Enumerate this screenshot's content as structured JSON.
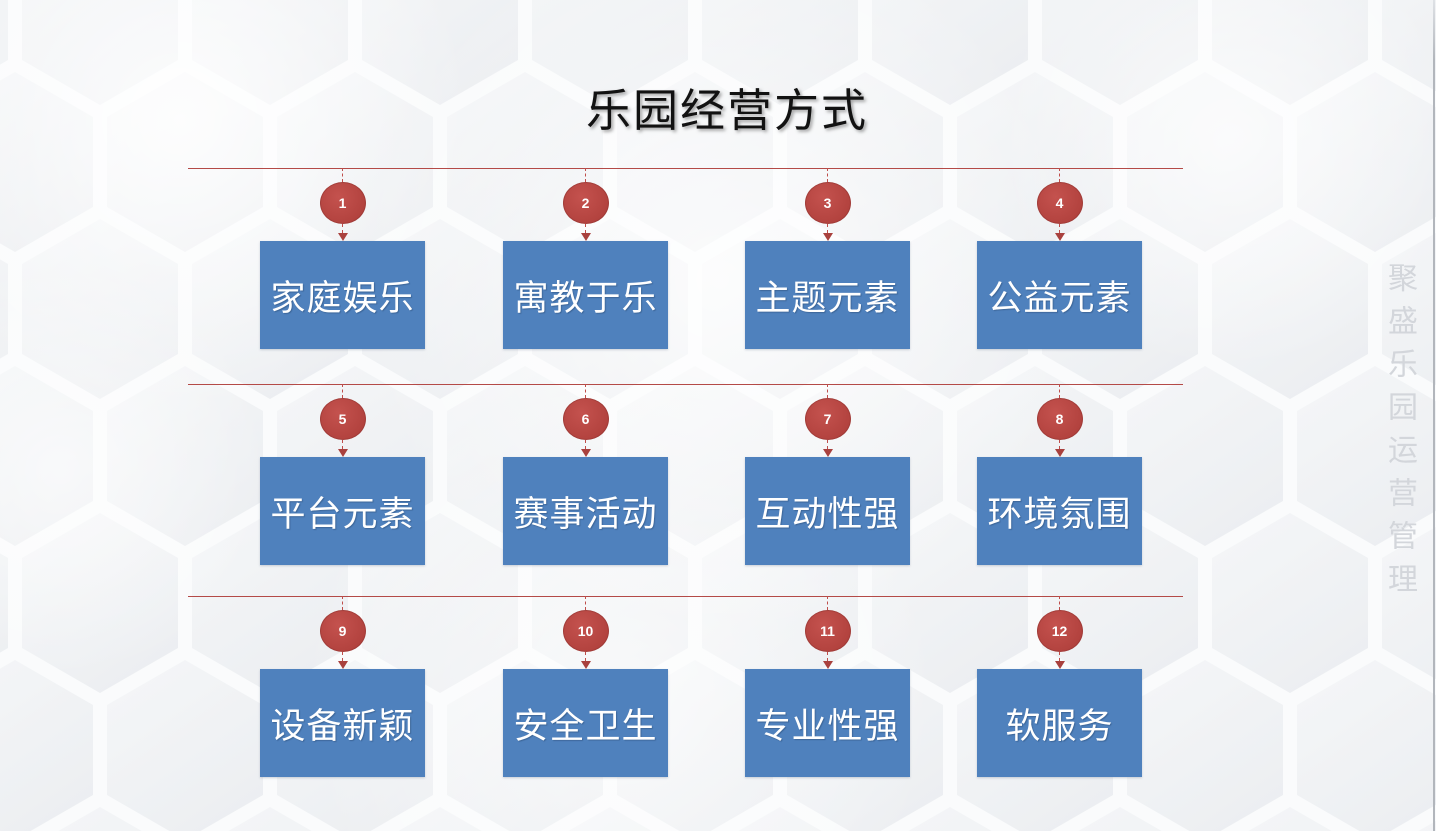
{
  "title": "乐园经营方式",
  "watermark": "聚盛乐园运营管理",
  "rows": [
    {
      "items": [
        {
          "num": "1",
          "label": "家庭娱乐"
        },
        {
          "num": "2",
          "label": "寓教于乐"
        },
        {
          "num": "3",
          "label": "主题元素"
        },
        {
          "num": "4",
          "label": "公益元素"
        }
      ]
    },
    {
      "items": [
        {
          "num": "5",
          "label": "平台元素"
        },
        {
          "num": "6",
          "label": "赛事活动"
        },
        {
          "num": "7",
          "label": "互动性强"
        },
        {
          "num": "8",
          "label": "环境氛围"
        }
      ]
    },
    {
      "items": [
        {
          "num": "9",
          "label": "设备新颖"
        },
        {
          "num": "10",
          "label": "安全卫生"
        },
        {
          "num": "11",
          "label": "专业性强"
        },
        {
          "num": "12",
          "label": "软服务"
        }
      ]
    }
  ],
  "colors": {
    "accent_red": "#b44a47",
    "badge_red": "#b2423e",
    "box_blue": "#4f81bd",
    "watermark_gray": "#d3d6db",
    "background": "#f6f7f9"
  }
}
